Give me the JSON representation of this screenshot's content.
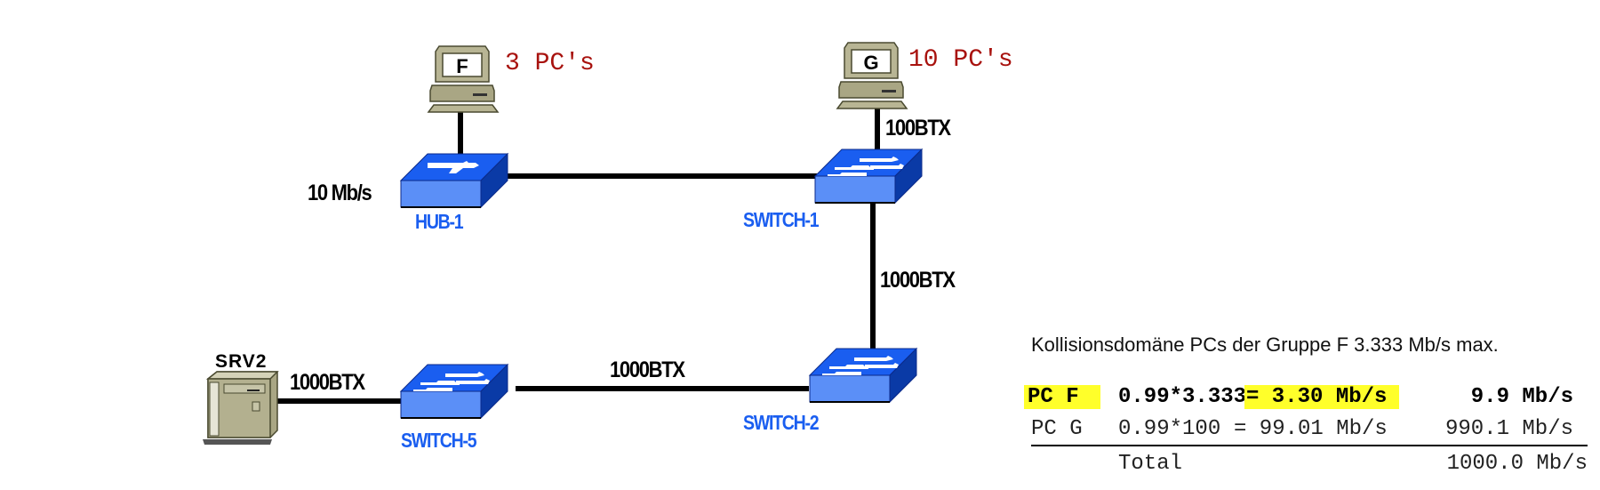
{
  "diagram": {
    "devices": {
      "pc_f": {
        "label": "F",
        "count_label": "3 PC's"
      },
      "pc_g": {
        "label": "G",
        "count_label": "10 PC's"
      },
      "hub1": {
        "label": "HUB-1"
      },
      "switch1": {
        "label": "SWITCH-1"
      },
      "switch2": {
        "label": "SWITCH-2"
      },
      "switch5": {
        "label": "SWITCH-5"
      },
      "srv2": {
        "label": "SRV2"
      }
    },
    "links": {
      "pc_f_hub1": {
        "label": "10 Mb/s"
      },
      "pc_g_switch1": {
        "label": "100BTX"
      },
      "switch1_switch2": {
        "label": "1000BTX"
      },
      "switch2_switch5": {
        "label": "1000BTX"
      },
      "switch5_srv2": {
        "label": "1000BTX"
      }
    },
    "colors": {
      "device_blue": "#1a5ef0",
      "pc_count_red": "#a8120e",
      "highlight": "#ffff2a"
    }
  },
  "calculation": {
    "heading": "Kollisionsdomäne PCs der Gruppe F  3.333 Mb/s max.",
    "rows": [
      {
        "name": "PC F",
        "formula": "0.99*3.333",
        "result": "= 3.30 Mb/s",
        "total": "9.9 Mb/s"
      },
      {
        "name": "PC G",
        "formula": "0.99*100",
        "result": "= 99.01 Mb/s",
        "total": "990.1 Mb/s"
      }
    ],
    "sum": {
      "label": "Total",
      "value": "1000.0 Mb/s"
    }
  }
}
